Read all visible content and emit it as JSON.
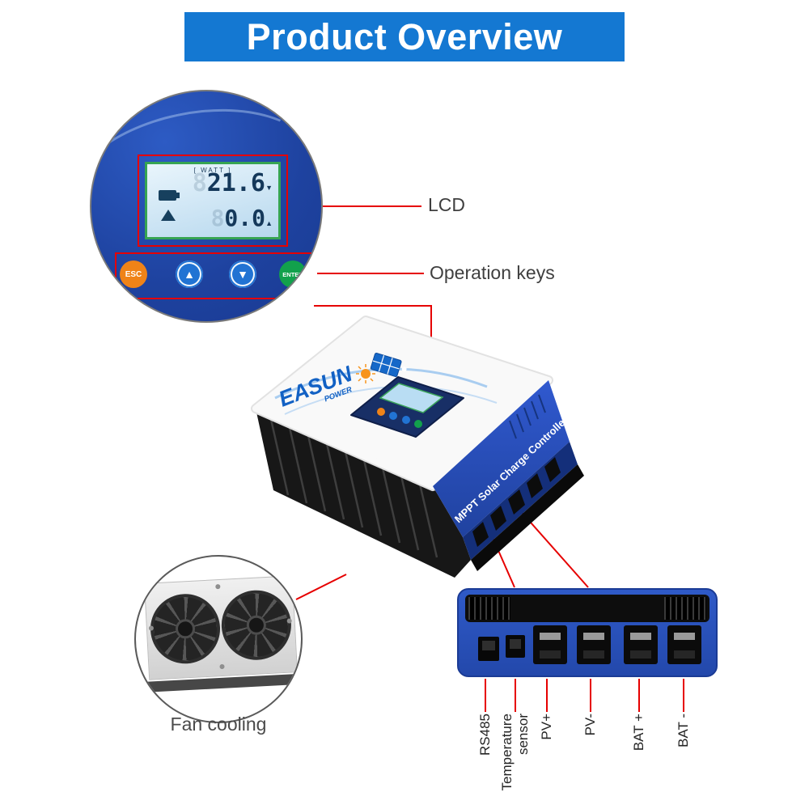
{
  "header": {
    "title": "Product Overview"
  },
  "callouts": {
    "lcd": "LCD",
    "operation_keys": "Operation keys",
    "fan_cooling": "Fan cooling"
  },
  "lcd_panel": {
    "watt_label": "[ WATT ]",
    "ghost": "8",
    "value_top": "21.6",
    "marker_top": "▼",
    "value_bottom": "0.0",
    "marker_bottom": "▲"
  },
  "operation_keys": {
    "esc": "ESC",
    "up": "▲",
    "down": "▼",
    "enter": "ENTER"
  },
  "device": {
    "brand": "EASUN",
    "brand_sub": "POWER",
    "side_label": "MPPT Solar Charge Controller"
  },
  "terminal_labels": [
    "RS485",
    "Temperature sensor",
    "PV+",
    "PV-",
    "BAT +",
    "BAT -"
  ],
  "colors": {
    "banner_blue": "#1478d2",
    "device_blue": "#2a54c0",
    "callout_red": "#e60000",
    "lcd_border_green": "#36a452",
    "key_orange": "#ef8318",
    "key_blue": "#2173d3",
    "key_green": "#12a14c"
  }
}
